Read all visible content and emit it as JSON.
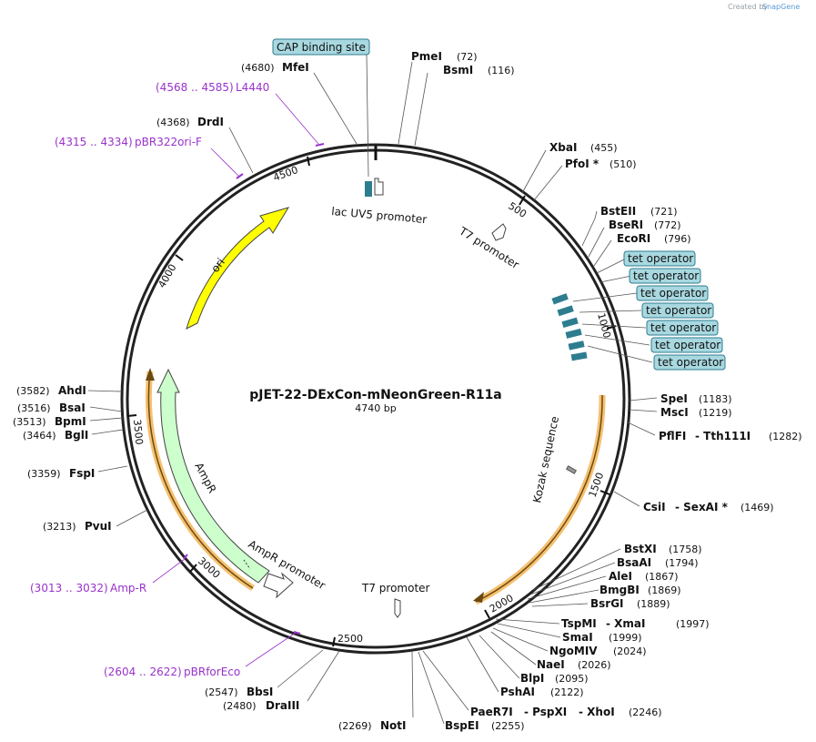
{
  "watermark": {
    "prefix": "Created by",
    "brand": "SnapGene"
  },
  "plasmid": {
    "name": "pJET-22-DExCon-mNeonGreen-R11a",
    "size_label": "4740 bp"
  },
  "ticks": [
    "500",
    "1000",
    "1500",
    "2000",
    "2500",
    "3000",
    "3500",
    "4000",
    "4500"
  ],
  "sites": [
    {
      "name": "PmeI",
      "pos": "(72)"
    },
    {
      "name": "BsmI",
      "pos": "(116)"
    },
    {
      "name": "XbaI",
      "pos": "(455)"
    },
    {
      "name": "PfoI *",
      "pos": "(510)"
    },
    {
      "name": "BstEII",
      "pos": "(721)"
    },
    {
      "name": "BseRI",
      "pos": "(772)"
    },
    {
      "name": "EcoRI",
      "pos": "(796)"
    },
    {
      "name": "SpeI",
      "pos": "(1183)"
    },
    {
      "name": "MscI",
      "pos": "(1219)"
    },
    {
      "name": "PflFI",
      "pos": "- Tth111I",
      "extra": "(1282)"
    },
    {
      "name": "CsiI",
      "pos": "- SexAI *",
      "extra": "(1469)"
    },
    {
      "name": "BstXI",
      "pos": "(1758)"
    },
    {
      "name": "BsaAI",
      "pos": "(1794)"
    },
    {
      "name": "AleI",
      "pos": "(1867)"
    },
    {
      "name": "BmgBI",
      "pos": "(1869)"
    },
    {
      "name": "BsrGI",
      "pos": "(1889)"
    },
    {
      "name": "TspMI",
      "pos": "- XmaI",
      "extra": "(1997)"
    },
    {
      "name": "SmaI",
      "pos": "(1999)"
    },
    {
      "name": "NgoMIV",
      "pos": "(2024)"
    },
    {
      "name": "NaeI",
      "pos": "(2026)"
    },
    {
      "name": "BlpI",
      "pos": "(2095)"
    },
    {
      "name": "PshAI",
      "pos": "(2122)"
    },
    {
      "name": "PaeR7I",
      "pos": "- PspXI",
      "extra": "- XhoI",
      "extra2": "(2246)"
    },
    {
      "name": "BspEI",
      "pos": "(2255)"
    },
    {
      "name": "NotI",
      "pos": "(2269)"
    },
    {
      "name": "DraIII",
      "pos": "(2480)"
    },
    {
      "name": "BbsI",
      "pos": "(2547)"
    },
    {
      "name": "PvuI",
      "pos": "(3213)"
    },
    {
      "name": "FspI",
      "pos": "(3359)"
    },
    {
      "name": "BglI",
      "pos": "(3464)"
    },
    {
      "name": "BpmI",
      "pos": "(3513)"
    },
    {
      "name": "BsaI",
      "pos": "(3516)"
    },
    {
      "name": "AhdI",
      "pos": "(3582)"
    },
    {
      "name": "DrdI",
      "pos": "(4368)"
    },
    {
      "name": "MfeI",
      "pos": "(4680)"
    }
  ],
  "primers": [
    {
      "range": "(4568 .. 4585)",
      "name": "L4440"
    },
    {
      "range": "(4315 .. 4334)",
      "name": "pBR322ori-F"
    },
    {
      "range": "(3013 .. 3032)",
      "name": "Amp-R"
    },
    {
      "range": "(2604 .. 2622)",
      "name": "pBRforEco"
    }
  ],
  "boxed_features": [
    "CAP binding site",
    "tet operator",
    "tet operator",
    "tet operator",
    "tet operator",
    "tet operator",
    "tet operator",
    "tet operator"
  ],
  "features": {
    "lac": "lac UV5 promoter",
    "t7a": "T7 promoter",
    "t7b": "T7 promoter",
    "ori": "ori",
    "ampr": "AmpR",
    "amprp": "AmpR promoter",
    "kozak": "Kozak sequence"
  },
  "colors": {
    "ori": "#ffff00",
    "ampr": "#ccffcc",
    "orf": "#f5c070",
    "tet": "#2e7d8f",
    "box": "#a8d8e0",
    "primer": "#9933cc"
  }
}
